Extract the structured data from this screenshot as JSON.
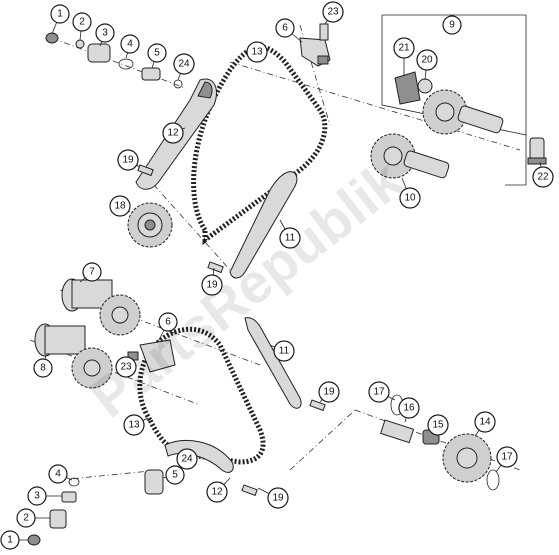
{
  "watermark": "PartsRepublik",
  "labels": {
    "l1a": "1",
    "l2a": "2",
    "l3a": "3",
    "l4a": "4",
    "l5a": "5",
    "l24a": "24",
    "l6a": "6",
    "l23a": "23",
    "l13a": "13",
    "l9": "9",
    "l21": "21",
    "l20": "20",
    "l12a": "12",
    "l19a": "19",
    "l18": "18",
    "l11a": "11",
    "l10": "10",
    "l22": "22",
    "l19b": "19",
    "l7": "7",
    "l6b": "6",
    "l8": "8",
    "l23b": "23",
    "l11b": "11",
    "l13b": "13",
    "l19c": "19",
    "l17a": "17",
    "l16": "16",
    "l15": "15",
    "l14": "14",
    "l17b": "17",
    "l24b": "24",
    "l4b": "4",
    "l3b": "3",
    "l5b": "5",
    "l2b": "2",
    "l1b": "1",
    "l12b": "12",
    "l19d": "19"
  }
}
